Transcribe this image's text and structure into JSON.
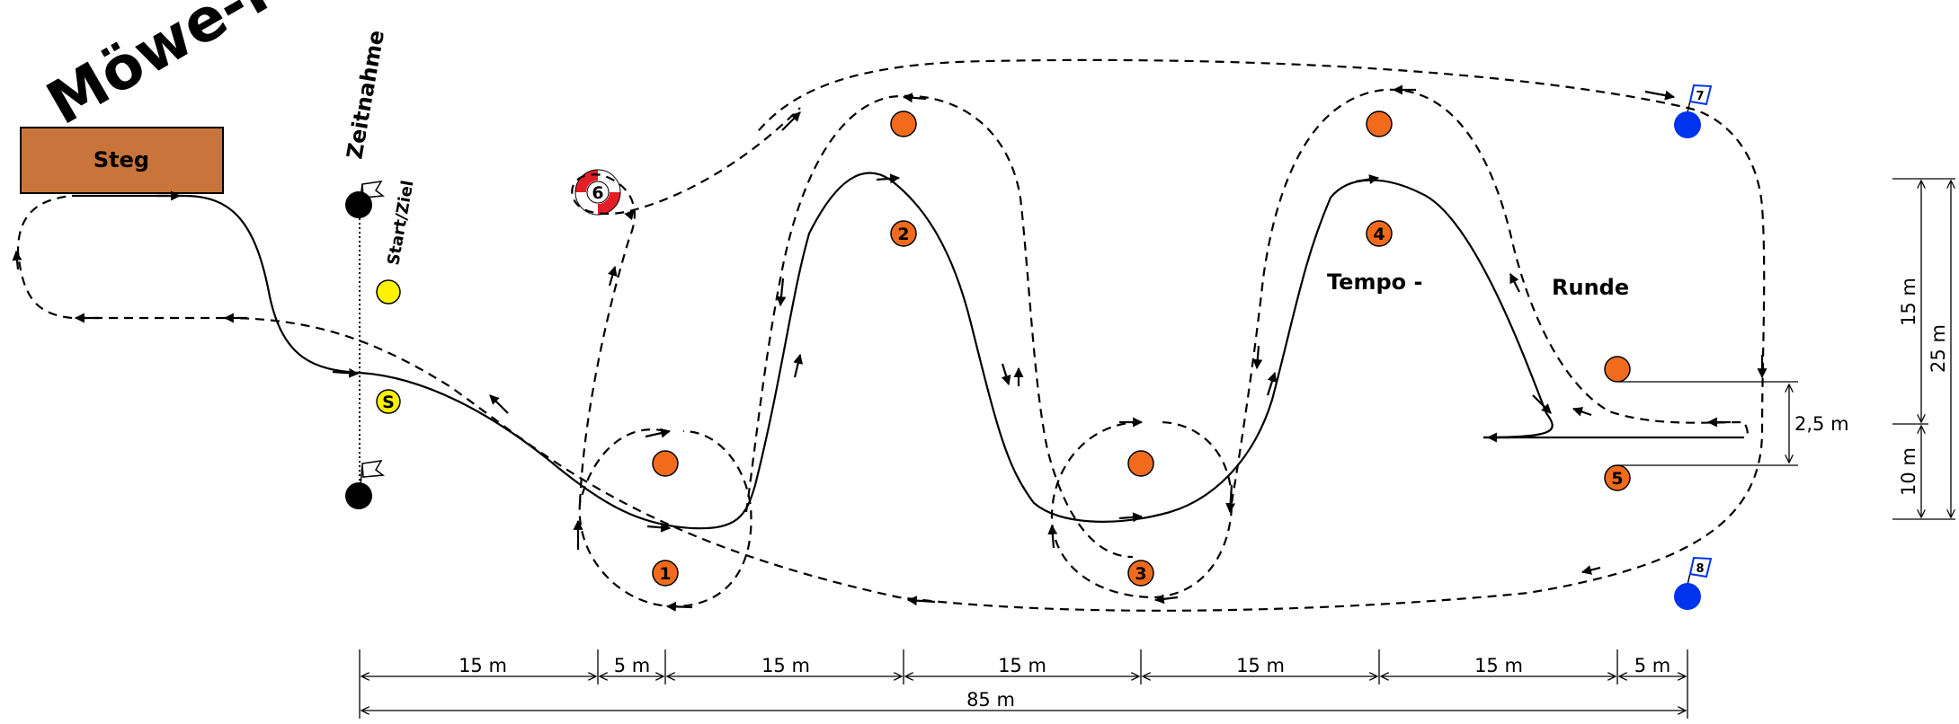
{
  "title": "Möwe-P",
  "labels": {
    "dock": "Steg",
    "timing": "Zeitnahme",
    "start_finish": "Start/Ziel",
    "tempo": "Tempo -",
    "runde": "Runde"
  },
  "buoys": {
    "start": "S",
    "b1": "1",
    "b2": "2",
    "b3": "3",
    "b4": "4",
    "b5": "5",
    "b6": "6",
    "b7": "7",
    "b8": "8"
  },
  "dimensions": {
    "bottom": [
      "15 m",
      "5 m",
      "15 m",
      "15 m",
      "15 m",
      "15 m",
      "5 m"
    ],
    "total": "85 m",
    "right_15": "15 m",
    "right_10": "10 m",
    "right_25": "25 m",
    "gap": "2,5 m"
  },
  "colors": {
    "dock": "#c8743a",
    "orange_buoy": "#f26b1d",
    "yellow_buoy": "#fff200",
    "blue_buoy": "#0033ee",
    "black_buoy": "#000000",
    "lifebuoy_red": "#e41e26"
  }
}
